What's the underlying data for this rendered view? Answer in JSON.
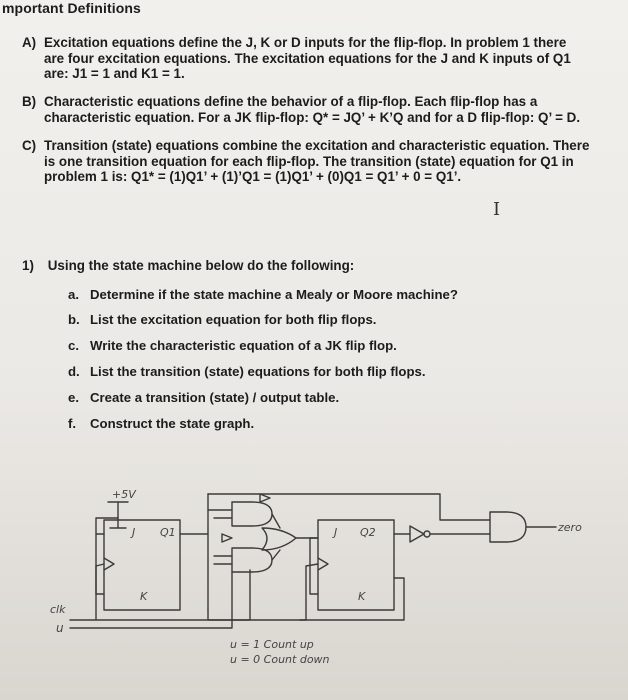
{
  "header": {
    "title": "mportant Definitions"
  },
  "definitions": [
    {
      "label": "A)",
      "lines": [
        "Excitation equations define the J, K or D inputs for the flip-flop. In problem 1 there",
        "are four excitation equations. The excitation equations for the J and K inputs of Q1",
        "are: J1 = 1 and K1 = 1."
      ]
    },
    {
      "label": "B)",
      "lines": [
        "Characteristic equations define the behavior of a flip-flop. Each flip-flop has a",
        "characteristic equation. For a JK flip-flop: Q* = JQ’ + K’Q and for a D flip-flop: Q’ = D."
      ]
    },
    {
      "label": "C)",
      "lines": [
        "Transition (state) equations combine the excitation and characteristic equation. There",
        "is one transition equation for each flip-flop. The transition (state) equation for Q1 in",
        "problem 1 is: Q1* = (1)Q1’ + (1)’Q1 = (1)Q1’ + (0)Q1 = Q1’ + 0 = Q1’."
      ]
    }
  ],
  "cursor_glyph": "I",
  "problem": {
    "number": "1)",
    "text": "Using the state machine below do the following:",
    "tasks": [
      {
        "letter": "a.",
        "text": "Determine if the state machine a Mealy or Moore machine?"
      },
      {
        "letter": "b.",
        "text": "List the excitation equation for both flip flops."
      },
      {
        "letter": "c.",
        "text": "Write the characteristic equation of a JK flip flop."
      },
      {
        "letter": "d.",
        "text": "List the transition (state) equations for both flip flops."
      },
      {
        "letter": "e.",
        "text": "Create a transition (state) / output table."
      },
      {
        "letter": "f.",
        "text": "Construct the state graph."
      }
    ]
  },
  "diagram": {
    "supply_label": "+5V",
    "ff1": {
      "j": "J",
      "k": "K",
      "q": "Q1"
    },
    "ff2": {
      "j": "J",
      "k": "K",
      "q": "Q2"
    },
    "clock_label": "clk",
    "input_label": "u",
    "output_label": "zero",
    "notes": [
      "u = 1   Count up",
      "u = 0   Count down"
    ]
  }
}
